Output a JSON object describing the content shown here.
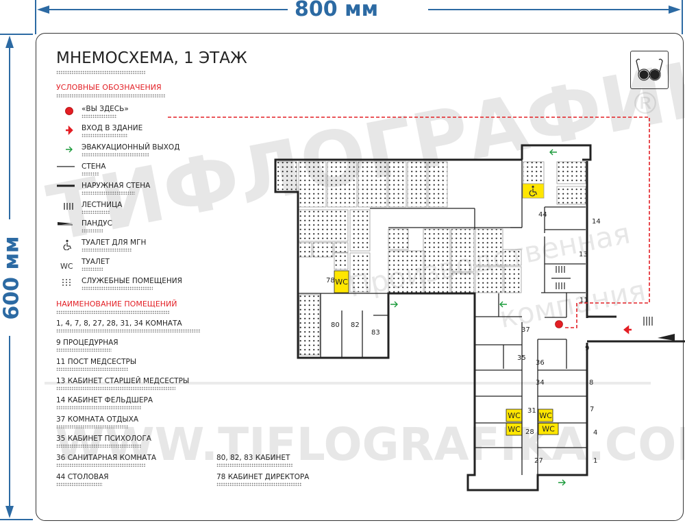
{
  "dimensions": {
    "width_label": "800 мм",
    "height_label": "600 мм"
  },
  "header": {
    "title": "МНЕМОСХЕМА, 1 ЭТАЖ",
    "icon": "low-vision-glasses-icon"
  },
  "legend": {
    "heading": "УСЛОВНЫЕ ОБОЗНАЧЕНИЯ",
    "items": [
      {
        "label": "«ВЫ ЗДЕСЬ»",
        "icon": "you-are-here-dot-icon"
      },
      {
        "label": "ВХОД В ЗДАНИЕ",
        "icon": "entrance-arrow-icon"
      },
      {
        "label": "ЭВАКУАЦИОННЫЙ ВЫХОД",
        "icon": "evacuation-exit-arrow-icon"
      },
      {
        "label": "СТЕНА",
        "icon": "wall-line-icon"
      },
      {
        "label": "НАРУЖНАЯ  СТЕНА",
        "icon": "outer-wall-line-icon"
      },
      {
        "label": "ЛЕСТНИЦА",
        "icon": "stairs-icon"
      },
      {
        "label": "ПАНДУС",
        "icon": "ramp-icon"
      },
      {
        "label": "ТУАЛЕТ ДЛЯ МГН",
        "icon": "wheelchair-icon"
      },
      {
        "label": "ТУАЛЕТ",
        "icon": "wc-icon"
      },
      {
        "label": "СЛУЖЕБНЫЕ  ПОМЕЩЕНИЯ",
        "icon": "service-rooms-dots-icon"
      }
    ],
    "wc_text": "WC"
  },
  "rooms_list": {
    "heading": "НАИМЕНОВАНИЕ ПОМЕЩЕНИЙ",
    "col1": [
      "1, 4, 7, 8, 27, 28, 31, 34 КОМНАТА",
      "9 ПРОЦЕДУРНАЯ",
      "11 ПОСТ МЕДСЕСТРЫ",
      "13 КАБИНЕТ СТАРШЕЙ МЕДСЕСТРЫ",
      "14 КАБИНЕТ ФЕЛЬДШЕРА",
      "37 КОМНАТА ОТДЫХА",
      "35 КАБИНЕТ ПСИХОЛОГА",
      "36 САНИТАРНАЯ КОМНАТА",
      "44 СТОЛОВАЯ"
    ],
    "col2": [
      "80, 82, 83 КАБИНЕТ",
      "78 КАБИНЕТ ДИРЕКТОРА"
    ]
  },
  "plan": {
    "room_numbers": [
      "78",
      "80",
      "82",
      "83",
      "44",
      "14",
      "13",
      "11",
      "37",
      "35",
      "36",
      "9",
      "34",
      "8",
      "31",
      "7",
      "28",
      "4",
      "27",
      "1"
    ],
    "wc_label": "WC",
    "colors": {
      "wall": "#222222",
      "toilet": "#ffe600",
      "route": "#e31e24",
      "exit": "#1a9a3a",
      "dimension": "#2c6aa3"
    }
  },
  "watermark": {
    "brand": "ТИФЛОГРАФИКА",
    "site": "WWW.TIFLOGRAFIKA.COM",
    "tagline1": "Производственная",
    "tagline2": "компания",
    "reg": "®"
  }
}
